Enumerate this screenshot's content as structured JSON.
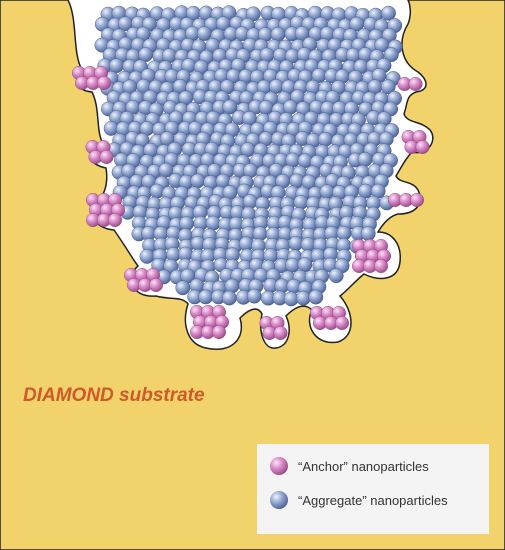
{
  "substrate": {
    "label": "DIAMOND substrate",
    "fill_color": "#f2d36b",
    "outline_color": "#222222",
    "label_color": "#d1582a"
  },
  "legend": {
    "items": [
      {
        "label": "“Anchor” nanoparticles",
        "icon": "pink-sphere-icon",
        "color": "#d98ac8"
      },
      {
        "label": "“Aggregate” nanoparticles",
        "icon": "blue-sphere-icon",
        "color": "#8ea4cf"
      }
    ],
    "background": "#f4f4f4"
  },
  "particles": {
    "anchor_color": "#d98ac8",
    "aggregate_color": "#8ea4cf"
  }
}
